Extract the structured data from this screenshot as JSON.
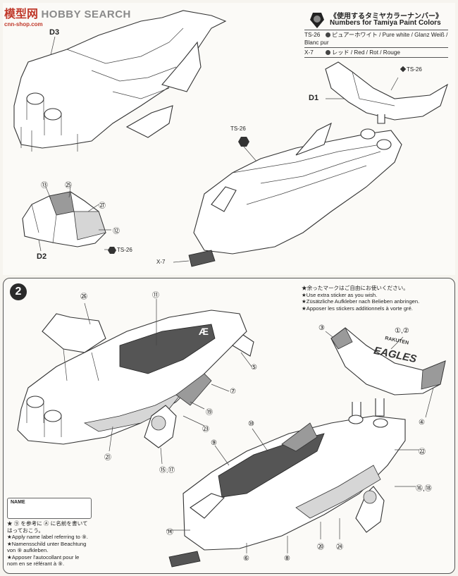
{
  "watermark": {
    "site_cn": "模型网",
    "site": "HOBBY SEARCH",
    "url": "cnn-shop.com"
  },
  "paint_colors": {
    "title_jp": "《使用するタミヤカラーナンバー》",
    "title_en": "Numbers for Tamiya Paint Colors",
    "rows": [
      {
        "code": "TS-26",
        "text": "ピュアーホワイト / Pure white / Glanz Weiß / Blanc pur"
      },
      {
        "code": "X-7",
        "text": "レッド / Red / Rot / Rouge"
      }
    ]
  },
  "step1": {
    "parts": {
      "d1": "D1",
      "d2": "D2",
      "d3": "D3"
    },
    "callouts": {
      "ts26_wing": "TS-26",
      "ts26_body": "TS-26",
      "ts26_canopy": "TS-26",
      "x7_body": "X-7"
    },
    "stickers": [
      "⑬",
      "㉕",
      "㉗",
      "⑫"
    ]
  },
  "step2": {
    "badge": "2",
    "notes": [
      "★余ったマークはご自由にお使いください。",
      "★Use extra sticker as you wish.",
      "★Züsätzliche Aufkleber nach Belieben anbringen.",
      "★Apposer les stickers additionnels à vorte gré."
    ],
    "stickers_left": [
      "㉖",
      "⑪",
      "⑤",
      "⑦",
      "⑲",
      "㉓",
      "㉑",
      "⑮",
      "⑰"
    ],
    "stickers_right": [
      "③",
      "①",
      "②",
      "④",
      "⑩",
      "⑨",
      "㉒",
      "⑯",
      "⑱",
      "⑭",
      "⑥",
      "⑧",
      "⑳",
      "㉔"
    ],
    "wing_logo": "EAGLES",
    "wing_sub": "RAKUTEN",
    "name_box_label": "NAME",
    "name_notes": [
      "★ ⑨ を参考に Ⓐ に名前を書いて",
      "はっておこう。",
      "★Apply name label referring to ⑨.",
      "★Namensschild unter Beachtung",
      "von ⑨ aufkleben.",
      "★Apposer l'autocollant pour le",
      "nom en se référant à ⑨."
    ]
  }
}
